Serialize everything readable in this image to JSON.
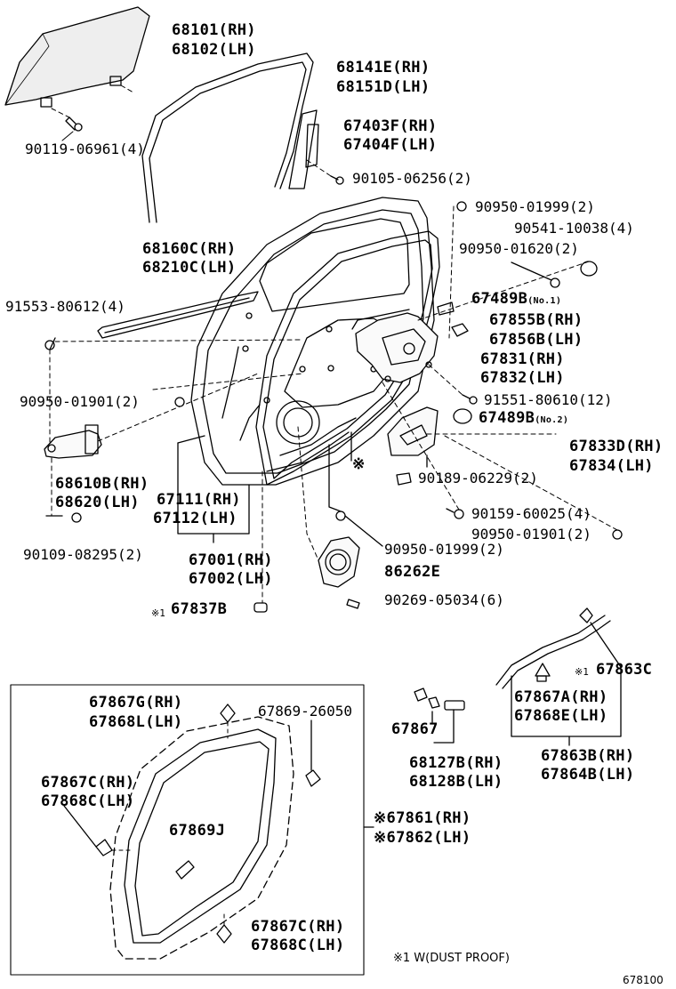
{
  "labels": {
    "p68101": "68101(RH)",
    "p68102": "68102(LH)",
    "p68141e": "68141E(RH)",
    "p68151d": "68151D(LH)",
    "p67403f": "67403F(RH)",
    "p67404f": "67404F(LH)",
    "p90119": "90119-06961(4)",
    "p90105": "90105-06256(2)",
    "p90950_1999a": "90950-01999(2)",
    "p90541": "90541-10038(4)",
    "p90950_1620": "90950-01620(2)",
    "p68160c": "68160C(RH)",
    "p68210c": "68210C(LH)",
    "p91553": "91553-80612(4)",
    "p67489b1": "67489B",
    "p67489b1_sub": "(No.1)",
    "p67855b": "67855B(RH)",
    "p67856b": "67856B(LH)",
    "p67831": "67831(RH)",
    "p67832": "67832(LH)",
    "p90950_1901a": "90950-01901(2)",
    "p91551": "91551-80610(12)",
    "p67489b2": "67489B",
    "p67489b2_sub": "(No.2)",
    "p67833d": "67833D(RH)",
    "p67834": "67834(LH)",
    "p68610b": "68610B(RH)",
    "p68620": "68620(LH)",
    "p67111": "67111(RH)",
    "p67112": "67112(LH)",
    "p90189": "90189-06229(2)",
    "p90159": "90159-60025(4)",
    "p90950_1901b": "90950-01901(2)",
    "p90109": "90109-08295(2)",
    "p67001": "67001(RH)",
    "p67002": "67002(LH)",
    "p90950_1999b": "90950-01999(2)",
    "p86262e": "86262E",
    "p90269": "90269-05034(6)",
    "p67837b_mark": "※1",
    "p67837b": "67837B",
    "p67863c_mark": "※1",
    "p67863c": "67863C",
    "p67867g": "67867G(RH)",
    "p67868l": "67868L(LH)",
    "p67869_26050": "67869-26050",
    "p67867": "67867",
    "p67867a": "67867A(RH)",
    "p67868e": "67868E(LH)",
    "p67867c_top": "67867C(RH)",
    "p67868c_top": "67868C(LH)",
    "p68127b": "68127B(RH)",
    "p68128b": "68128B(LH)",
    "p67863b": "67863B(RH)",
    "p67864b": "67864B(LH)",
    "p67869j": "67869J",
    "p67861": "※67861(RH)",
    "p67862": "※67862(LH)",
    "p67867c_bot": "67867C(RH)",
    "p67868c_bot": "67868C(LH)",
    "dust_note": "※1 W(DUST PROOF)",
    "fig_number": "678100",
    "inline_mark": "※"
  },
  "icons": [
    "glass-panel-icon",
    "glass-run-channel-icon",
    "window-channel-icon",
    "door-frame-icon",
    "door-weatherstrip-icon",
    "belt-moulding-icon",
    "door-lock-icon",
    "inside-handle-icon",
    "door-check-icon",
    "speaker-cover-icon",
    "clip-icon",
    "bolt-icon",
    "plug-icon",
    "screw-icon",
    "weatherstrip-inset-icon",
    "lower-weatherstrip-icon"
  ]
}
